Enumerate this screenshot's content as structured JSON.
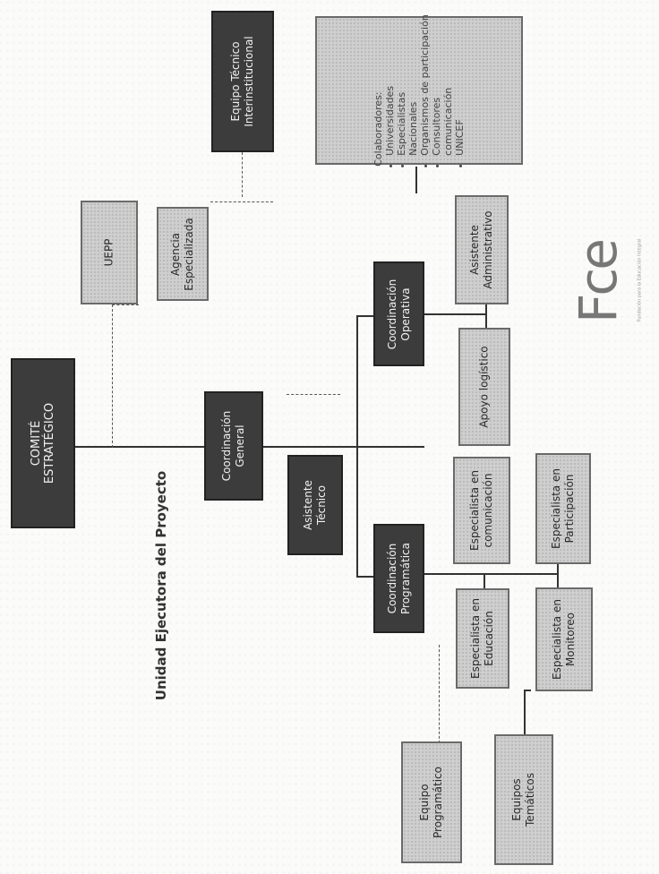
{
  "diagram": {
    "title": "Unidad Ejecutora del Proyecto",
    "nodes": {
      "comite": "COMITÉ ESTRATÉGICO",
      "uepp": "UEPP",
      "agencia": "Agencia Especializada",
      "equipo_tecnico": "Equipo Técnico Interinstitucional",
      "coord_general": "Coordinación General",
      "asistente_tecnico": "Asistente Técnico",
      "coord_operativa": "Coordinación Operativa",
      "apoyo_logistico": "Apoyo logístico",
      "asistente_admin": "Asistente Administrativo",
      "coord_programatica": "Coordinación Programática",
      "esp_comunicacion": "Especialista en comunicación",
      "esp_participacion": "Especialista en Participación",
      "esp_educacion": "Especialista en Educación",
      "esp_monitoreo": "Especialista en Monitoreo",
      "equipo_programatico": "Equipo Programático",
      "equipos_tematicos": "Equipos Temáticos"
    },
    "collaborators": {
      "heading": "Colaboradores:",
      "items": [
        "Universidades",
        "Especialistas",
        "Nacionales",
        "Organismos de participación",
        "Consultores",
        "comunicación",
        "UNICEF"
      ]
    },
    "logo": {
      "mark": "Fce",
      "sub": "Fundación para la Educación Integral"
    }
  },
  "colors": {
    "dark_box": "#3c3c3c",
    "light_box": "#cfcfcf",
    "line": "#333333"
  }
}
